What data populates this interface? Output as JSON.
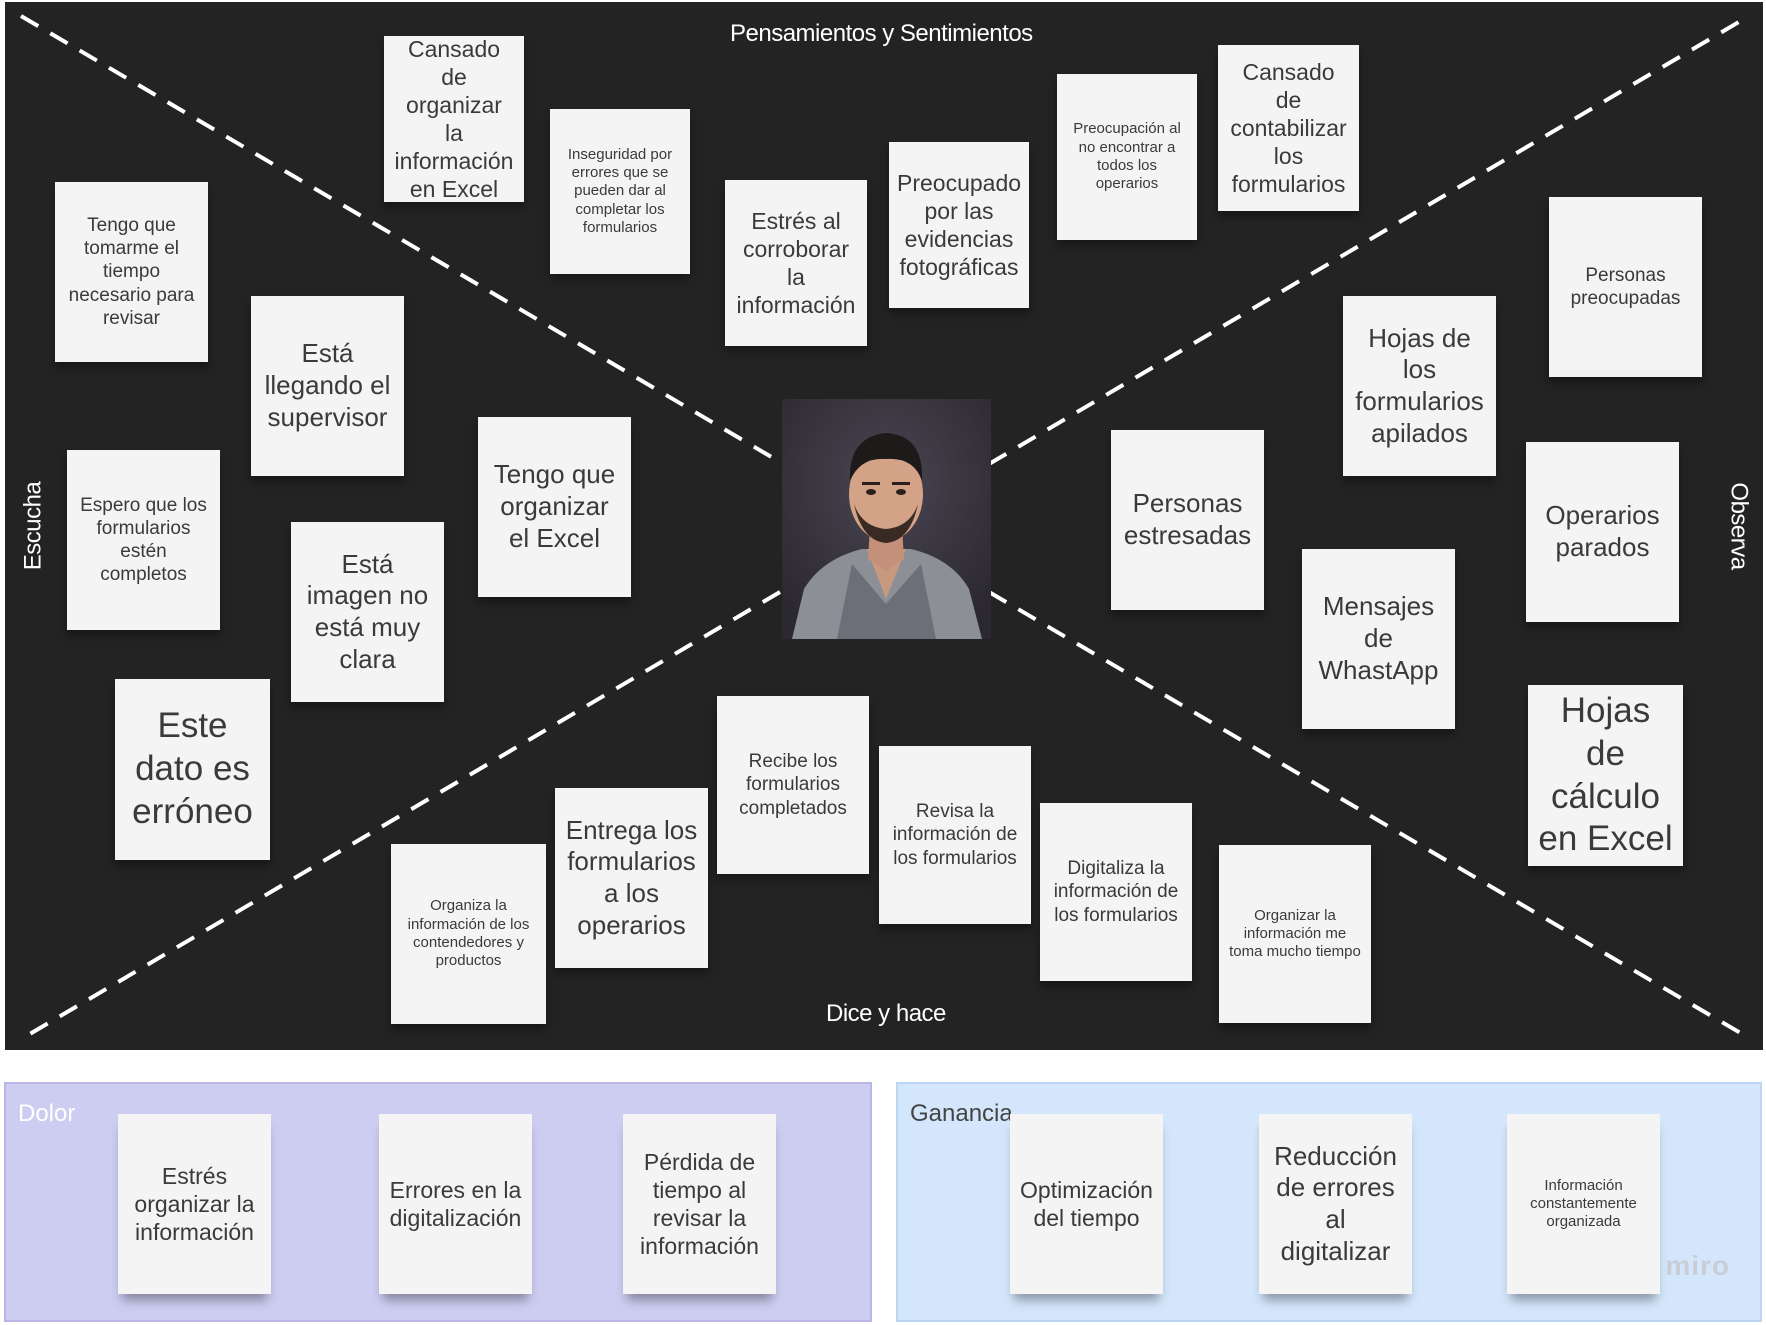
{
  "labels": {
    "top": "Pensamientos y Sentimientos",
    "bottom": "Dice y hace",
    "left": "Escucha",
    "right": "Observa"
  },
  "notes": [
    "Cansado de organizar la información en Excel",
    "Inseguridad por errores que se pueden dar al completar los formularios",
    "Estrés al corroborar la información",
    "Preocupado por las evidencias fotográficas",
    "Preocupación al no encontrar a todos los operarios",
    "Cansado de contabilizar los formularios",
    "Tengo que tomarme el tiempo necesario para revisar",
    "Está llegando el supervisor",
    "Tengo que organizar el Excel",
    "Espero que los formularios estén completos",
    "Está imagen no está muy clara",
    "Este dato es erróneo",
    "Personas preocupadas",
    "Hojas de los formularios apilados",
    "Personas estresadas",
    "Operarios parados",
    "Mensajes de WhastApp",
    "Hojas de cálculo en Excel",
    "Recibe los formularios completados",
    "Entrega los formularios a los operarios",
    "Revisa la información de los formularios",
    "Organiza la información de los contendedores y productos",
    "Digitaliza la información de los formularios",
    "Organizar la información me toma mucho tiempo"
  ],
  "dolor": {
    "title": "Dolor",
    "color": "#cccdf0",
    "notes": [
      "Estrés organizar la información",
      "Errores en la digitalización",
      "Pérdida de tiempo al revisar la información"
    ]
  },
  "ganancia": {
    "title": "Ganancia",
    "color": "#d3e6fb",
    "notes": [
      "Optimización del tiempo",
      "Reducción de errores al digitalizar",
      "Información constantemente organizada"
    ]
  },
  "watermark": "miro",
  "icons": {
    "portrait": "person-photo-icon"
  }
}
